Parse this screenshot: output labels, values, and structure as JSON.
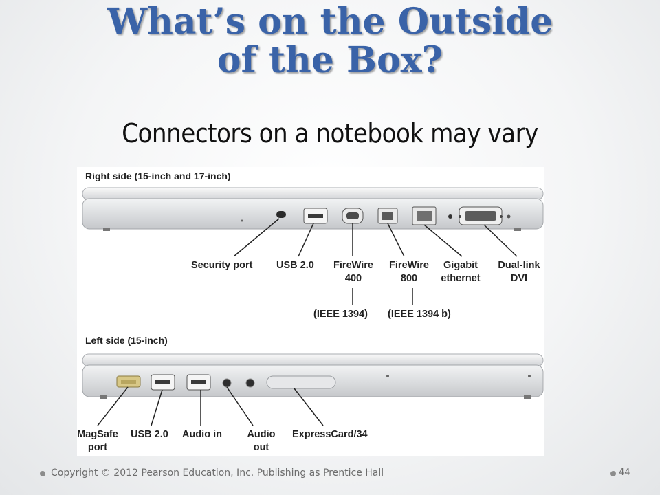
{
  "slide": {
    "title_line1": "What’s on the Outside",
    "title_line2": "of the Box?",
    "subtitle": "Connectors on a notebook may vary",
    "footer": {
      "copyright": "Copyright © 2012 Pearson Education, Inc. Publishing as Prentice Hall",
      "page_number": "44"
    }
  },
  "figure": {
    "right_side": {
      "heading": "Right side (15-inch and 17-inch)",
      "labels": {
        "security": "Security port",
        "usb": "USB 2.0",
        "fw400_1": "FireWire",
        "fw400_2": "400",
        "fw800_1": "FireWire",
        "fw800_2": "800",
        "ethernet_1": "Gigabit",
        "ethernet_2": "ethernet",
        "dvi_1": "Dual-link",
        "dvi_2": "DVI",
        "ieee1394": "(IEEE 1394)",
        "ieee1394b": "(IEEE 1394 b)"
      }
    },
    "left_side": {
      "heading": "Left side (15-inch)",
      "labels": {
        "magsafe_1": "MagSafe",
        "magsafe_2": "port",
        "usb": "USB 2.0",
        "audio_in": "Audio in",
        "audio_out_1": "Audio",
        "audio_out_2": "out",
        "expresscard": "ExpressCard/34"
      }
    }
  },
  "colors": {
    "title": "#3a63a8",
    "laptop_body": "#d9dbdd",
    "port": "#4a4a4a"
  }
}
